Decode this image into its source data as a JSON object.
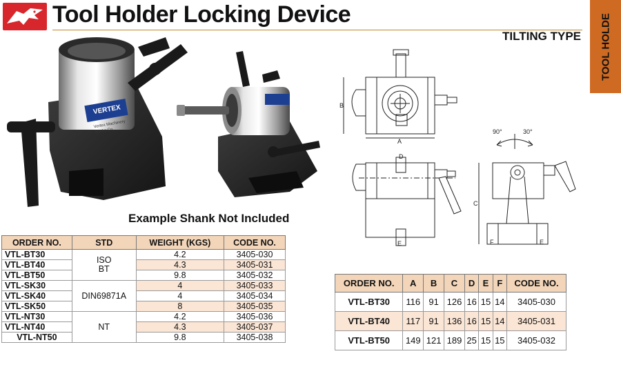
{
  "header": {
    "title": "Tool Holder Locking Device",
    "subtitle": "TILTING TYPE",
    "side_tab": "TOOL HOLDE"
  },
  "photo": {
    "brand_label": "VERTEX",
    "brand_sub1": "Vertex Machinery",
    "brand_sub2": "Works Co."
  },
  "caption": "Example Shank Not Included",
  "order_table": {
    "headers": [
      "ORDER NO.",
      "STD",
      "WEIGHT (KGS)",
      "CODE NO."
    ],
    "groups": [
      {
        "std_line1": "ISO",
        "std_line2": "BT",
        "rows": [
          {
            "order": "VTL-BT30",
            "weight": "4.2",
            "code": "3405-030"
          },
          {
            "order": "VTL-BT40",
            "weight": "4.3",
            "code": "3405-031"
          },
          {
            "order": "VTL-BT50",
            "weight": "9.8",
            "code": "3405-032"
          }
        ]
      },
      {
        "std_line1": "DIN69871A",
        "std_line2": "",
        "rows": [
          {
            "order": "VTL-SK30",
            "weight": "4",
            "code": "3405-033"
          },
          {
            "order": "VTL-SK40",
            "weight": "4",
            "code": "3405-034"
          },
          {
            "order": "VTL-SK50",
            "weight": "8",
            "code": "3405-035"
          }
        ]
      },
      {
        "std_line1": "NT",
        "std_line2": "",
        "rows": [
          {
            "order": "VTL-NT30",
            "weight": "4.2",
            "code": "3405-036"
          },
          {
            "order": "VTL-NT40",
            "weight": "4.3",
            "code": "3405-037"
          },
          {
            "order": "VTL-NT50",
            "weight": "9.8",
            "code": "3405-038"
          }
        ]
      }
    ]
  },
  "dim_table": {
    "headers": [
      "ORDER NO.",
      "A",
      "B",
      "C",
      "D",
      "E",
      "F",
      "CODE NO."
    ],
    "rows": [
      {
        "order": "VTL-BT30",
        "A": "116",
        "B": "91",
        "C": "126",
        "D": "16",
        "E": "15",
        "F": "14",
        "code": "3405-030"
      },
      {
        "order": "VTL-BT40",
        "A": "117",
        "B": "91",
        "C": "136",
        "D": "16",
        "E": "15",
        "F": "14",
        "code": "3405-031"
      },
      {
        "order": "VTL-BT50",
        "A": "149",
        "B": "121",
        "C": "189",
        "D": "25",
        "E": "15",
        "F": "15",
        "code": "3405-032"
      }
    ]
  },
  "drawing": {
    "dim_a": "A",
    "dim_b": "B",
    "dim_c": "C",
    "dim_d": "D",
    "dim_e": "E",
    "dim_f": "F",
    "angle_left": "90°",
    "angle_right": "30°"
  }
}
